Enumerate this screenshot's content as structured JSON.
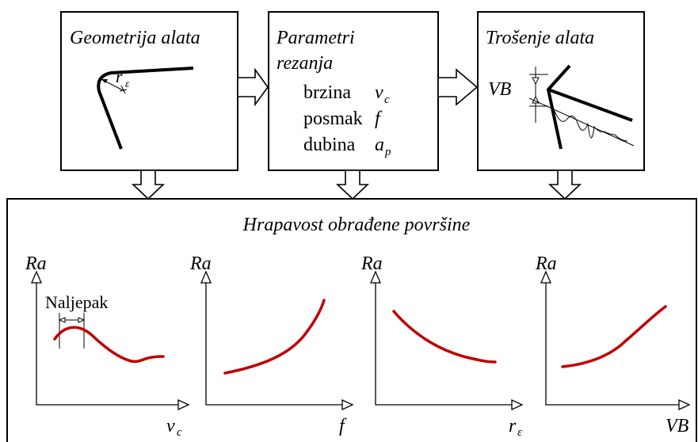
{
  "boxes": {
    "geometry": {
      "title": "Geometrija alata",
      "radius_symbol": "r",
      "radius_subscript": "ε"
    },
    "parameters": {
      "title_line1": "Parametri",
      "title_line2": "rezanja",
      "rows": [
        {
          "name": "brzina",
          "symbol": "v",
          "subscript": "c"
        },
        {
          "name": "posmak",
          "symbol": "f",
          "subscript": ""
        },
        {
          "name": "dubina",
          "symbol": "a",
          "subscript": "p"
        }
      ]
    },
    "wear": {
      "title": "Trošenje alata",
      "label": "VB"
    }
  },
  "result_box": {
    "title": "Hrapavost obrađene površine"
  },
  "plots": [
    {
      "ylabel": "Ra",
      "xlabel": "v",
      "xlabel_sub": "c",
      "annotation": "Naljepak",
      "trend": "hump then decrease"
    },
    {
      "ylabel": "Ra",
      "xlabel": "f",
      "xlabel_sub": "",
      "trend": "increasing, convex"
    },
    {
      "ylabel": "Ra",
      "xlabel": "r",
      "xlabel_sub": "ε",
      "trend": "decreasing"
    },
    {
      "ylabel": "Ra",
      "xlabel": "VB",
      "xlabel_sub": "",
      "trend": "increasing"
    }
  ],
  "colors": {
    "curve": "#c00000",
    "line": "#000000"
  }
}
